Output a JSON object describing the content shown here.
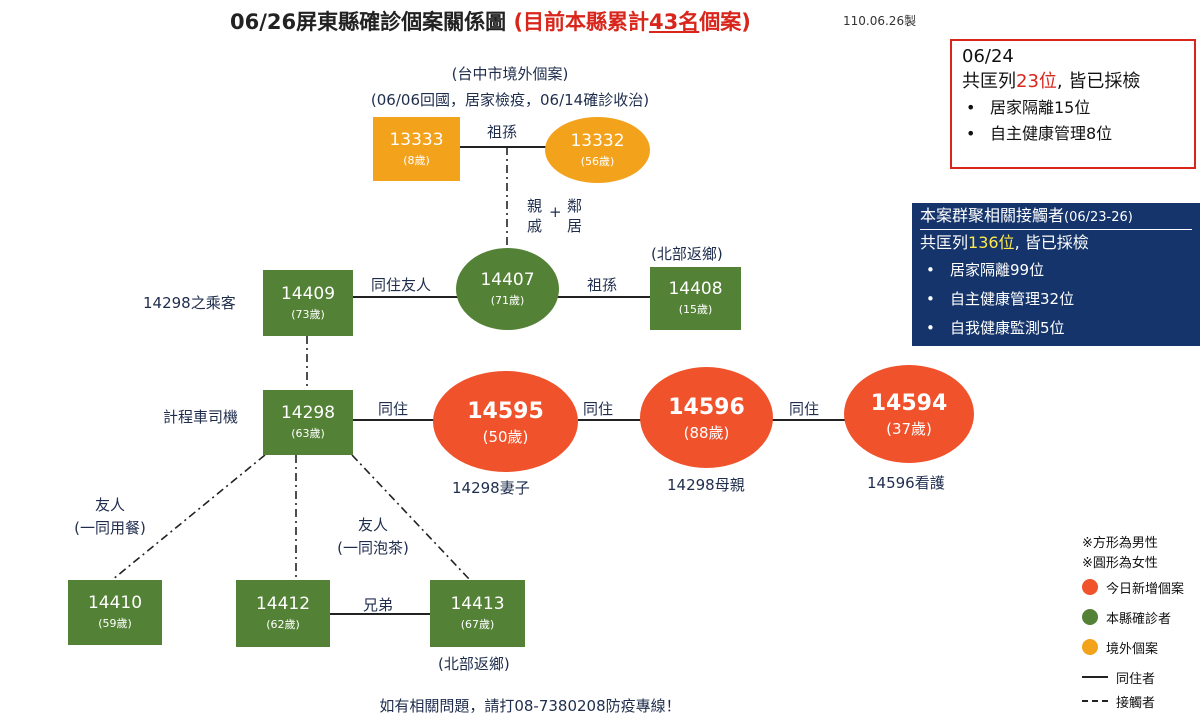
{
  "header": {
    "title_main": "06/26屏東縣確診個案關係圖",
    "title_note_prefix": "(目前本縣累計",
    "title_note_count": "43名",
    "title_note_suffix": "個案)",
    "date": "110.06.26製"
  },
  "box1": {
    "date": "06/24",
    "summary_prefix": "共匡列",
    "summary_count": "23位",
    "summary_suffix": ", 皆已採檢",
    "items": [
      "居家隔離15位",
      "自主健康管理8位"
    ],
    "bullet": "•"
  },
  "box2": {
    "title": "本案群聚相關接觸者",
    "title_range": "(06/23-26)",
    "summary_prefix": "共匡列",
    "summary_count": "136位",
    "summary_suffix": ", 皆已採檢",
    "items": [
      "居家隔離99位",
      "自主健康管理32位",
      "自我健康監測5位"
    ],
    "bullet": "•"
  },
  "labels": {
    "taichung_1": "(台中市境外個案)",
    "taichung_2": "(06/06回國，居家檢疫，06/14確診收治)",
    "relation_grandchild": "祖孫",
    "relation_relatives": "親\n戚",
    "relation_plus": "+",
    "relation_neighbors": "鄰\n居",
    "north_return_1": "(北部返鄉)",
    "passenger": "14298之乘客",
    "roommate_friend": "同住友人",
    "grandchild2": "祖孫",
    "taxi_driver": "計程車司機",
    "live1": "同住",
    "live2": "同住",
    "live3": "同住",
    "wife": "14298妻子",
    "mother": "14298母親",
    "caregiver": "14596看護",
    "friend_meal_1": "友人",
    "friend_meal_2": "(一同用餐)",
    "friend_tea_1": "友人",
    "friend_tea_2": "(一同泡茶)",
    "brothers": "兄弟",
    "north_return_2": "(北部返鄉)",
    "footer": "如有相關問題，請打08-7380208防疫專線！"
  },
  "nodes": {
    "n13333": {
      "id": "13333",
      "age": "(8歲)"
    },
    "n13332": {
      "id": "13332",
      "age": "(56歲)"
    },
    "n14409": {
      "id": "14409",
      "age": "(73歲)"
    },
    "n14407": {
      "id": "14407",
      "age": "(71歲)"
    },
    "n14408": {
      "id": "14408",
      "age": "(15歲)"
    },
    "n14298": {
      "id": "14298",
      "age": "(63歲)"
    },
    "n14595": {
      "id": "14595",
      "age": "(50歲)"
    },
    "n14596": {
      "id": "14596",
      "age": "(88歲)"
    },
    "n14594": {
      "id": "14594",
      "age": "(37歲)"
    },
    "n14410": {
      "id": "14410",
      "age": "(59歲)"
    },
    "n14412": {
      "id": "14412",
      "age": "(62歲)"
    },
    "n14413": {
      "id": "14413",
      "age": "(67歲)"
    }
  },
  "legend": {
    "male_note": "※方形為男性",
    "female_note": "※圓形為女性",
    "new_today": "今日新增個案",
    "local": "本縣確診者",
    "imported": "境外個案",
    "cohabitant": "同住者",
    "contact": "接觸者",
    "colors": {
      "new_today": "#f0522b",
      "local": "#538135",
      "imported": "#f3a21c"
    }
  }
}
